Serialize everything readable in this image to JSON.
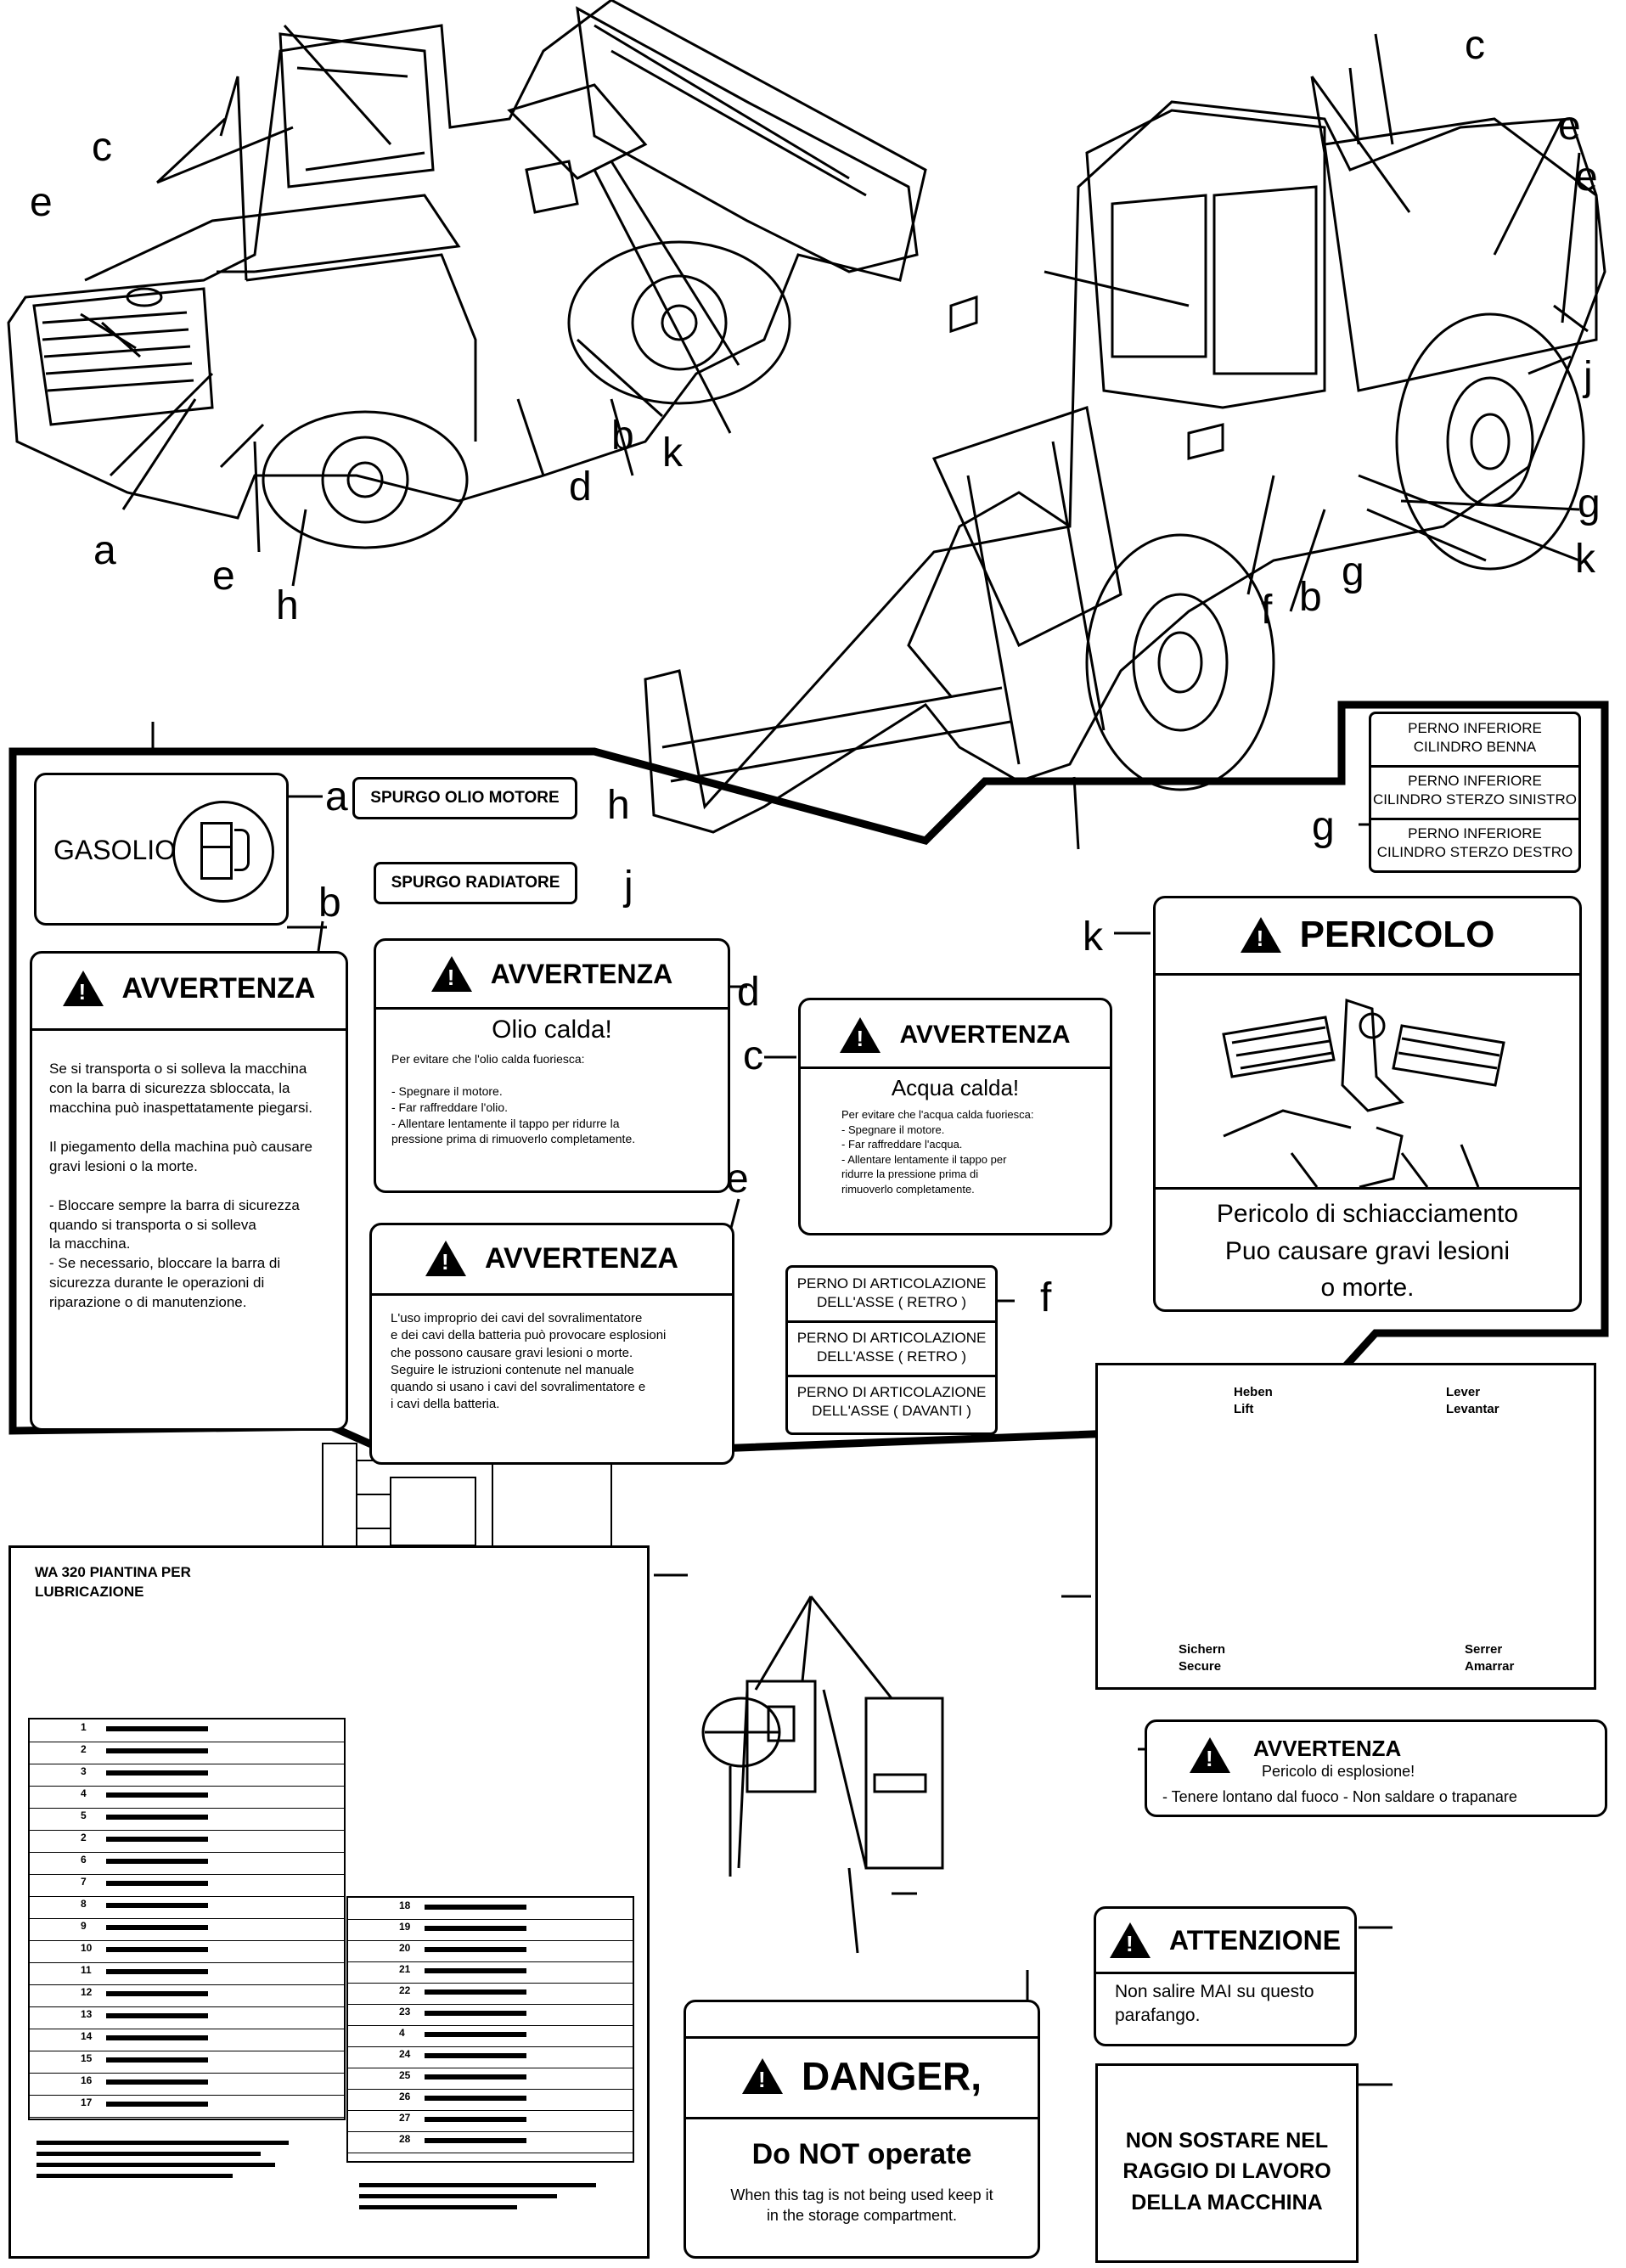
{
  "callouts": {
    "a": "a",
    "b": "b",
    "c": "c",
    "d": "d",
    "e": "e",
    "f": "f",
    "g": "g",
    "h": "h",
    "j": "j",
    "k": "k"
  },
  "label_a": {
    "text": "GASOLIO"
  },
  "label_h": {
    "text": "SPURGO OLIO MOTORE"
  },
  "label_j": {
    "text": "SPURGO RADIATORE"
  },
  "label_b": {
    "header": "AVVERTENZA",
    "body": "Se si transporta o si solleva la macchina\ncon la barra di sicurezza sbloccata, la\nmacchina può inaspettatamente piegarsi.\n\nIl piegamento della machina può causare\ngravi lesioni o la morte.\n\n  -  Bloccare sempre la barra di sicurezza\n     quando si transporta o si solleva\n     la macchina.\n  -  Se necessario, bloccare la barra di\n     sicurezza durante le operazioni di\n     riparazione o di manutenzione."
  },
  "label_d": {
    "header": "AVVERTENZA",
    "subtitle": "Olio calda!",
    "body": "Per evitare che l'olio calda fuoriesca:\n\n  -  Spegnare il motore.\n  -  Far raffreddare l'olio.\n  -  Allentare lentamente il tappo per ridurre la\n     pressione prima di rimuoverlo completamente."
  },
  "label_c": {
    "header": "AVVERTENZA",
    "subtitle": "Acqua calda!",
    "body": "Per evitare che l'acqua calda fuoriesca:\n  -  Spegnare il motore.\n  -  Far raffreddare l'acqua.\n  -  Allentare lentamente il tappo per\n     ridurre la pressione prima di\n     rimuoverlo completamente."
  },
  "label_e": {
    "header": "AVVERTENZA",
    "body": "L'uso improprio dei cavi del sovralimentatore\ne dei cavi della batteria può provocare esplosioni\nche possono causare gravi lesioni o morte.\nSeguire le istruzioni contenute nel manuale\nquando si usano i cavi del sovralimentatore e\ni cavi della batteria."
  },
  "label_f": {
    "rows": [
      "PERNO DI ARTICOLAZIONE\nDELL'ASSE ( RETRO )",
      "PERNO DI ARTICOLAZIONE\nDELL'ASSE ( RETRO )",
      "PERNO DI ARTICOLAZIONE\nDELL'ASSE ( DAVANTI )"
    ]
  },
  "label_g": {
    "rows": [
      "PERNO  INFERIORE\nCILINDRO BENNA",
      "PERNO INFERIORE\nCILINDRO STERZO SINISTRO",
      "PERNO INFERIORE\nCILINDRO STERZO DESTRO"
    ]
  },
  "label_k": {
    "header": "PERICOLO",
    "body": "Pericolo di schiacciamento\nPuo causare gravi lesioni\no morte."
  },
  "lift_label": {
    "heben": "Heben\nLift",
    "lever": "Lever\nLevantar",
    "sichern": "Sichern\nSecure",
    "serrer": "Serrer\nAmarrar"
  },
  "battery_label": {
    "header": "AVVERTENZA",
    "line1": "Pericolo di esplosione!",
    "line2": "- Tenere lontano dal fuoco - Non saldare o trapanare"
  },
  "lube_chart": {
    "title": "WA 320 PIANTINA PER\n        LUBRICAZIONE",
    "rows_left": [
      "1",
      "2",
      "3",
      "4",
      "5",
      "2",
      "6",
      "7",
      "8",
      "9",
      "10",
      "11",
      "12",
      "13",
      "14",
      "15",
      "16",
      "17"
    ],
    "rows_right": [
      "18",
      "19",
      "20",
      "21",
      "22",
      "23",
      "4",
      "24",
      "25",
      "26",
      "27",
      "28"
    ]
  },
  "attenzione_label": {
    "header": "ATTENZIONE",
    "body": "Non salire MAI su questo\nparafango."
  },
  "danger_tag": {
    "header": "DANGER,",
    "line1": "Do NOT operate",
    "line2": "When this tag is not being used keep it\nin the storage compartment."
  },
  "non_sostare": {
    "text": "NON SOSTARE NEL\nRAGGIO DI LAVORO\nDELLA MACCHINA"
  }
}
